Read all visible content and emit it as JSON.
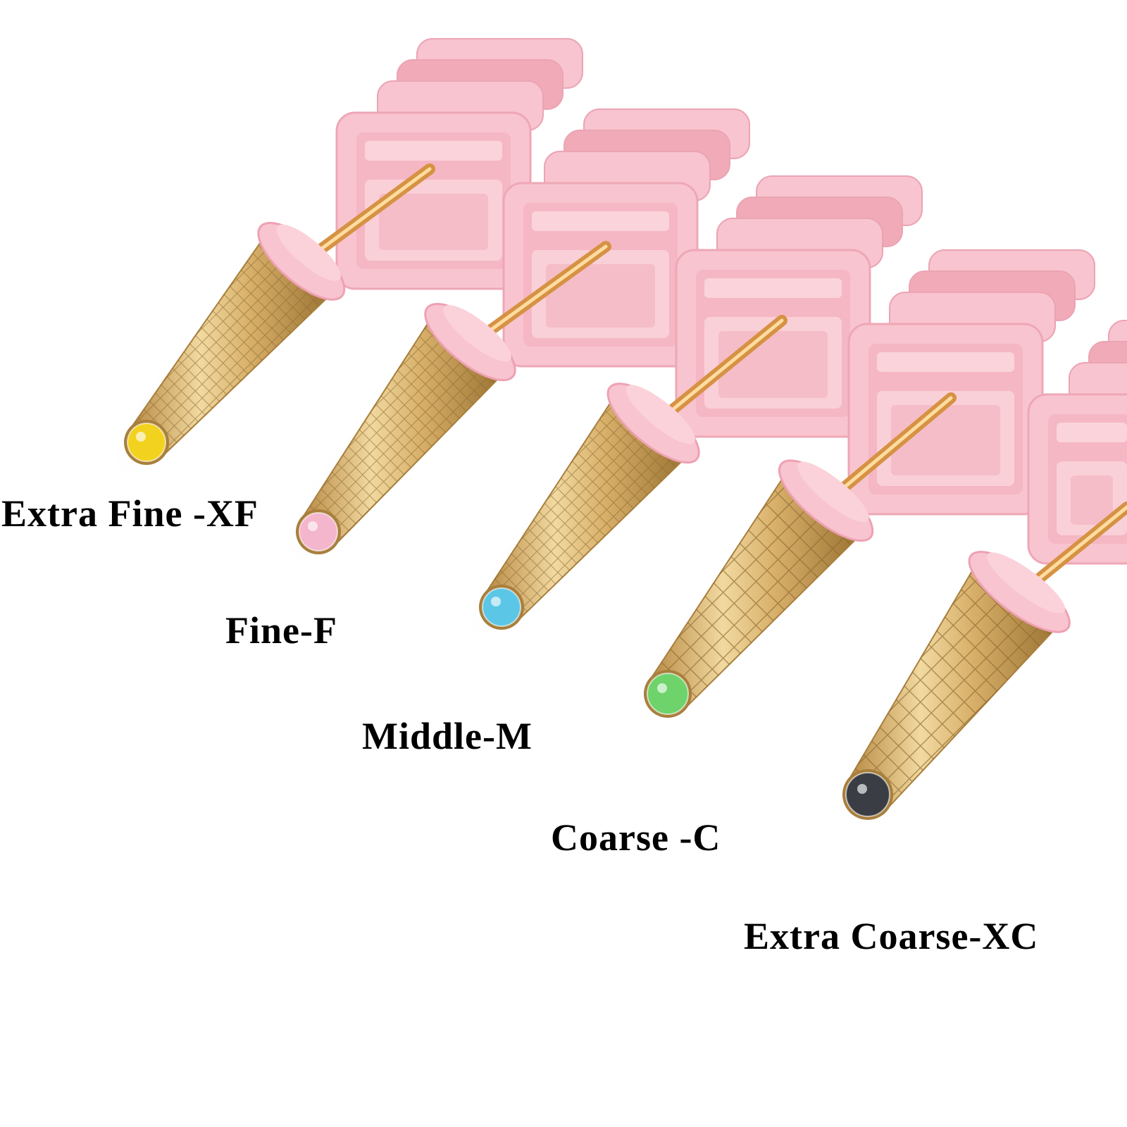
{
  "product": {
    "bits": [
      {
        "label": "Extra Fine -XF",
        "gem_color": "#f2d21e",
        "icon": "yellow-gem-icon"
      },
      {
        "label": "Fine-F",
        "gem_color": "#f4b6cc",
        "icon": "pink-gem-icon"
      },
      {
        "label": "Middle-M",
        "gem_color": "#5cc6e6",
        "icon": "blue-gem-icon"
      },
      {
        "label": "Coarse -C",
        "gem_color": "#6ed36a",
        "icon": "green-gem-icon"
      },
      {
        "label": "Extra Coarse-XC",
        "gem_color": "#3a3e44",
        "icon": "black-gem-icon"
      }
    ],
    "colors": {
      "holder_pink": "#f8c4cf",
      "holder_pink_shade": "#f1aab8",
      "gold": "#d9b26a",
      "gold_dark": "#a87f3c",
      "background": "#ffffff",
      "label_text": "#000000"
    }
  }
}
